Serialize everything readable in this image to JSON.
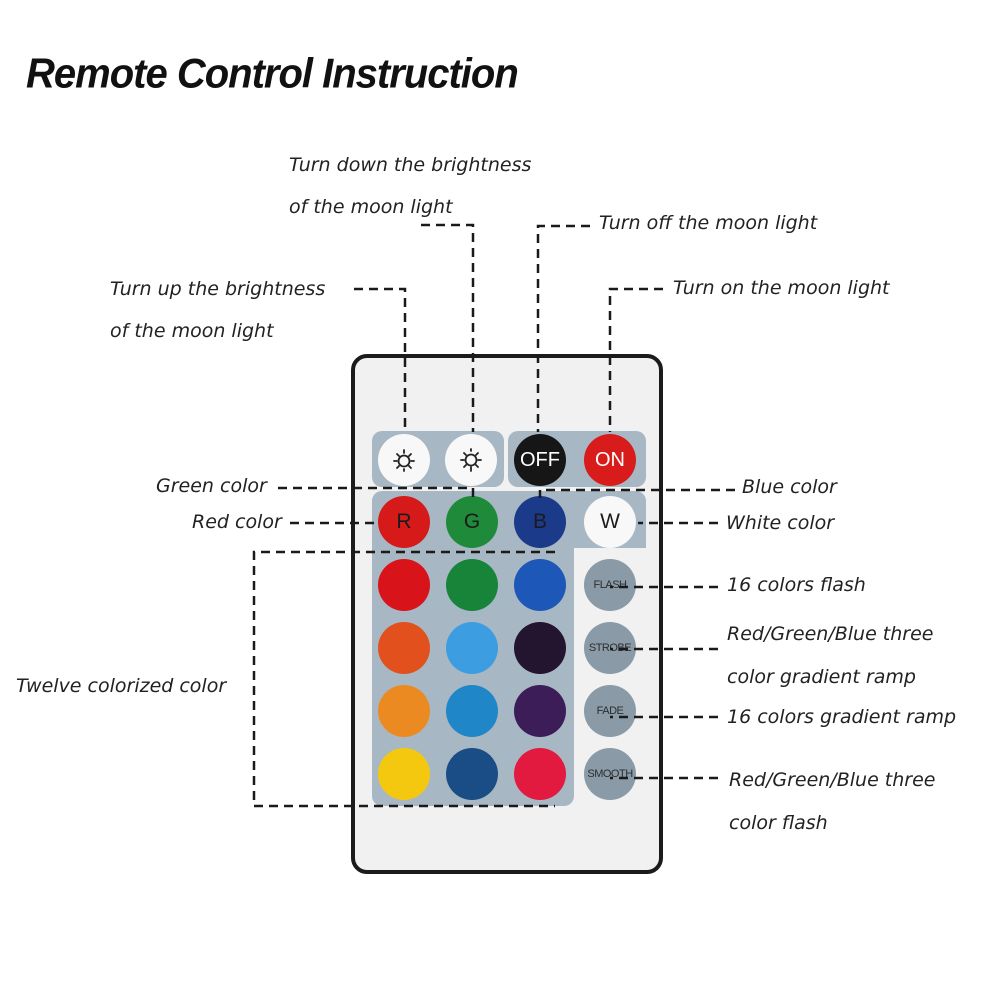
{
  "title": "Remote Control Instruction",
  "labels": {
    "brightness_down_line1": "Turn down the brightness",
    "brightness_down_line2": "of the moon light",
    "off": "Turn off the moon light",
    "brightness_up_line1": "Turn up the brightness",
    "brightness_up_line2": "of the moon light",
    "on": "Turn on the moon light",
    "green": "Green color",
    "blue": "Blue color",
    "red": "Red color",
    "white": "White color",
    "twelve": "Twelve colorized color",
    "flash": "16 colors flash",
    "strobe_line1": "Red/Green/Blue three",
    "strobe_line2": "color gradient ramp",
    "fade": "16 colors gradient ramp",
    "smooth_line1": "Red/Green/Blue three",
    "smooth_line2": "color flash"
  },
  "buttons": {
    "brightness_up": "brightness-up-icon",
    "brightness_down": "brightness-down-icon",
    "off": "OFF",
    "on": "ON",
    "r": "R",
    "g": "G",
    "b": "B",
    "w": "W",
    "flash": "FLASH",
    "strobe": "STROBE",
    "fade": "FADE",
    "smooth": "SMOOTH"
  },
  "colors": {
    "off": "#161616",
    "on": "#d81b1b",
    "r": "#d61a1a",
    "g": "#1f8a3a",
    "b": "#1c3a8a",
    "panel": "#a7b7c3",
    "grid": [
      [
        "#d8141a",
        "#17843a",
        "#1d58b8"
      ],
      [
        "#e2501e",
        "#3c9ee0",
        "#231530"
      ],
      [
        "#ec8a22",
        "#1f86c8",
        "#3c1d58"
      ],
      [
        "#f4c80e",
        "#1a4d86",
        "#e21a40"
      ]
    ]
  }
}
